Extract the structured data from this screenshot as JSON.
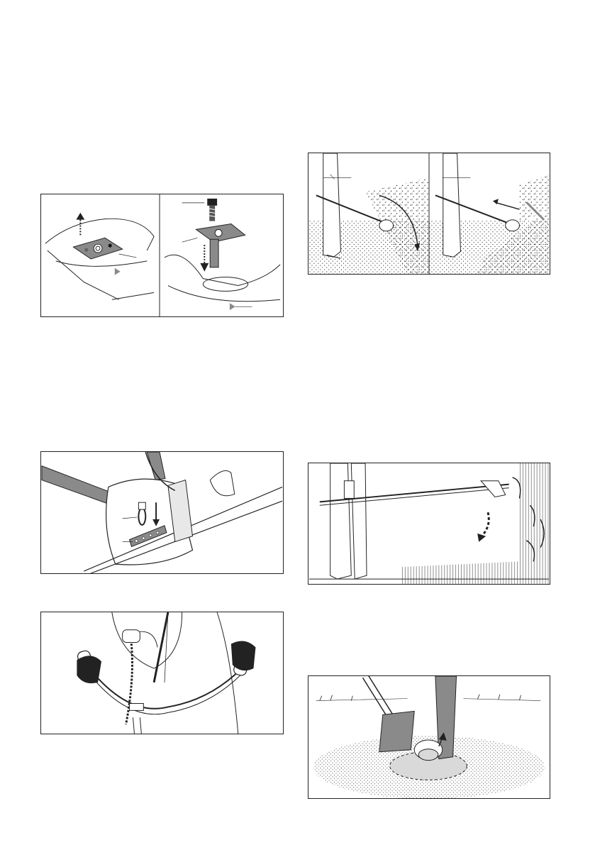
{
  "page": {
    "figures": [
      {
        "id": "fig-cover",
        "subject": "cover-plate-summer-winter-illustration"
      },
      {
        "id": "fig-harness",
        "subject": "harness-carabiner-illustration"
      },
      {
        "id": "fig-handlebar",
        "subject": "bike-handle-grip-illustration"
      },
      {
        "id": "fig-mowing",
        "subject": "mowing-technique-illustration"
      },
      {
        "id": "fig-wall",
        "subject": "trimming-along-wall-illustration"
      },
      {
        "id": "fig-tree",
        "subject": "trimming-around-tree-illustration"
      }
    ]
  },
  "colors": {
    "line": "#222222",
    "grey_fill": "#8a8a8a",
    "light_grey": "#d9d9d9"
  }
}
